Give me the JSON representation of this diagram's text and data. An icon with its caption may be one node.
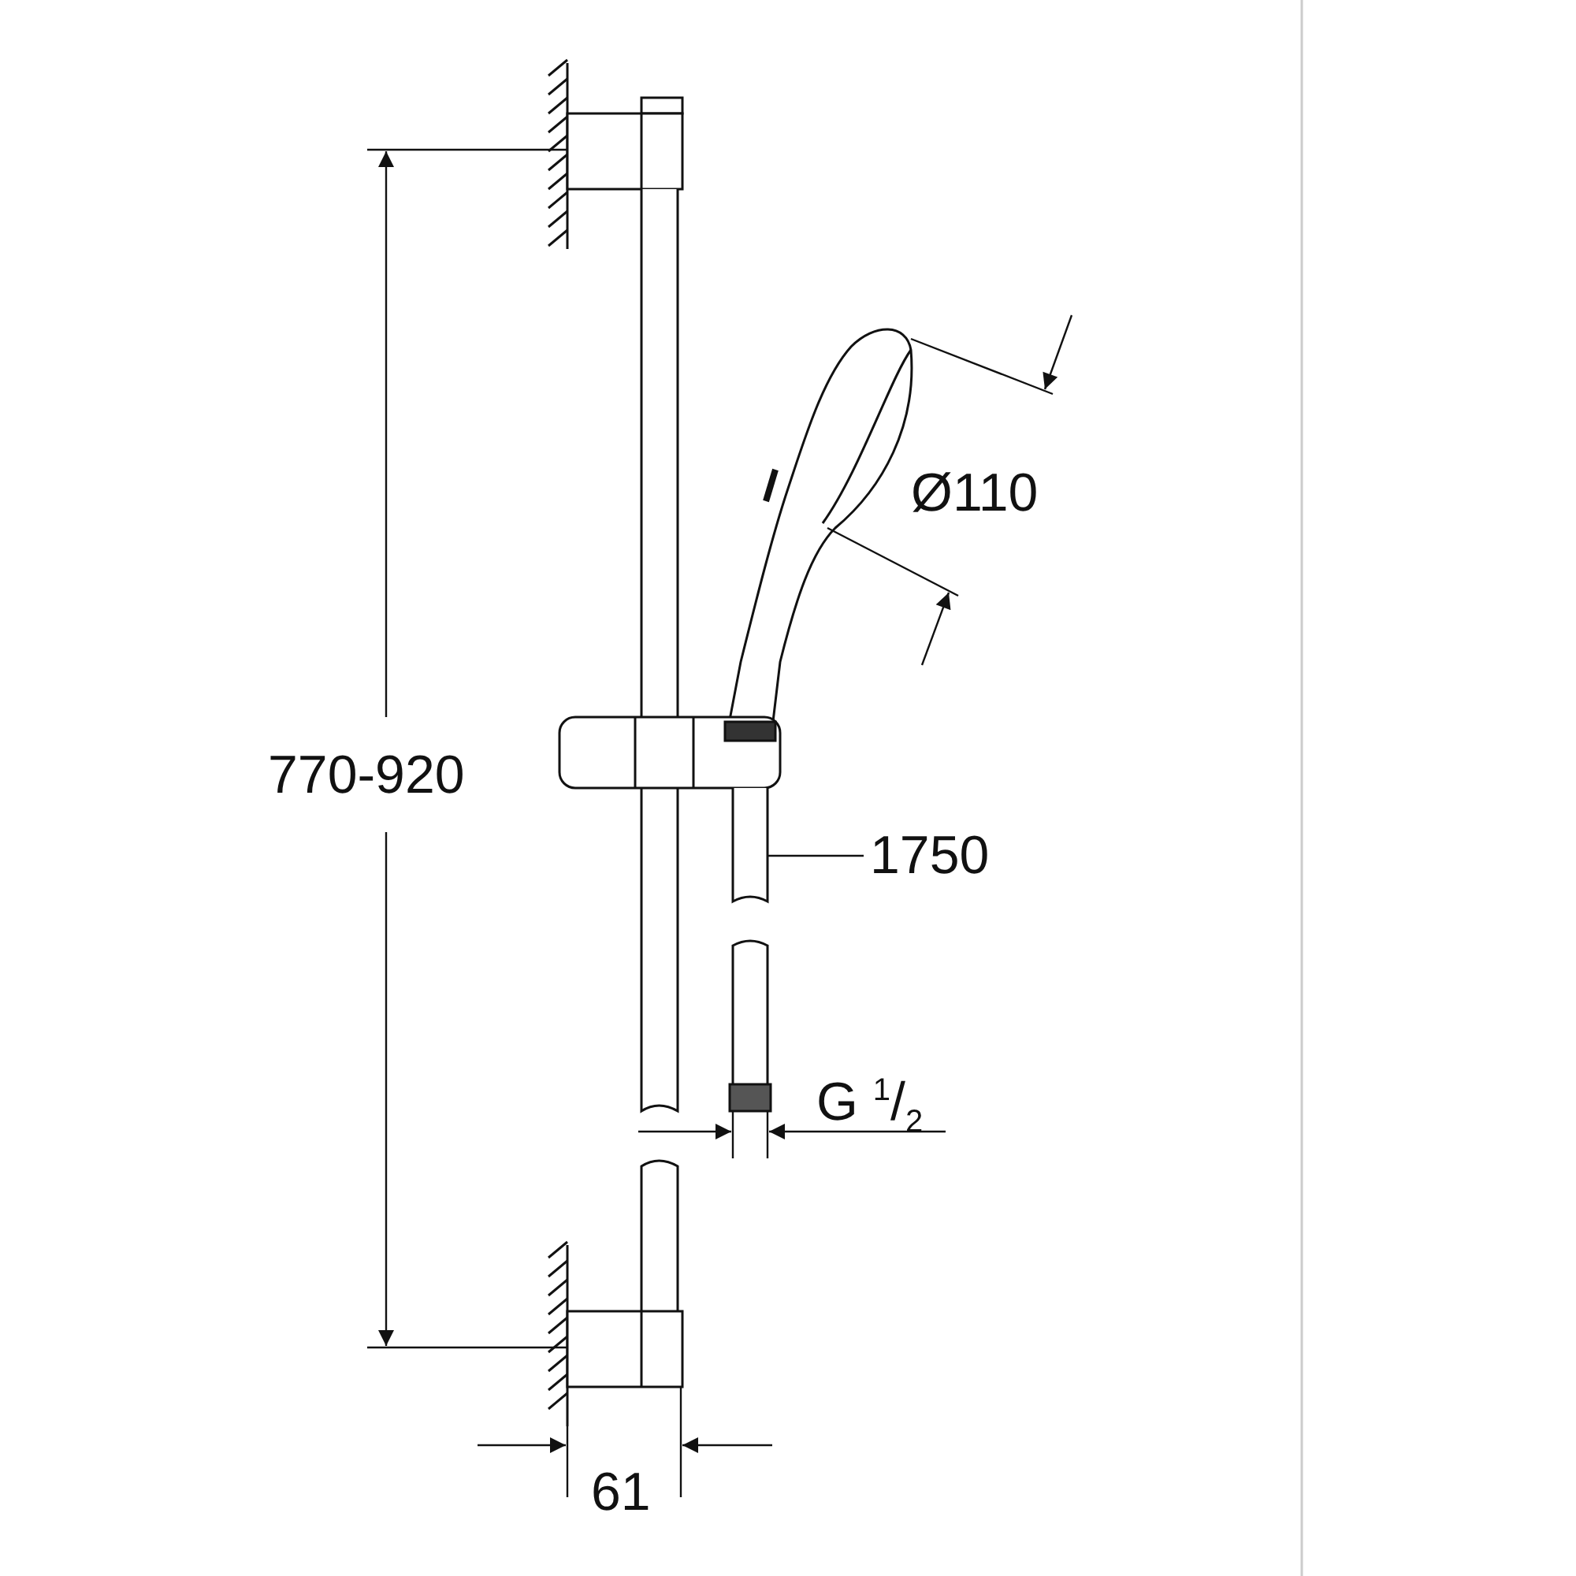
{
  "diagram": {
    "nodes": [
      {
        "text": [
          "1750"
        ]
      },
      {
        "text": [],
        "shape": "picture"
      }
    ],
    "edges": [
      {
        "from": 0,
        "to": 1,
        "arrow": "none"
      }
    ],
    "labels": [
      "770-920",
      "Ø110",
      "G $^{1}$/$_{2}$",
      "61"
    ]
  }
}
